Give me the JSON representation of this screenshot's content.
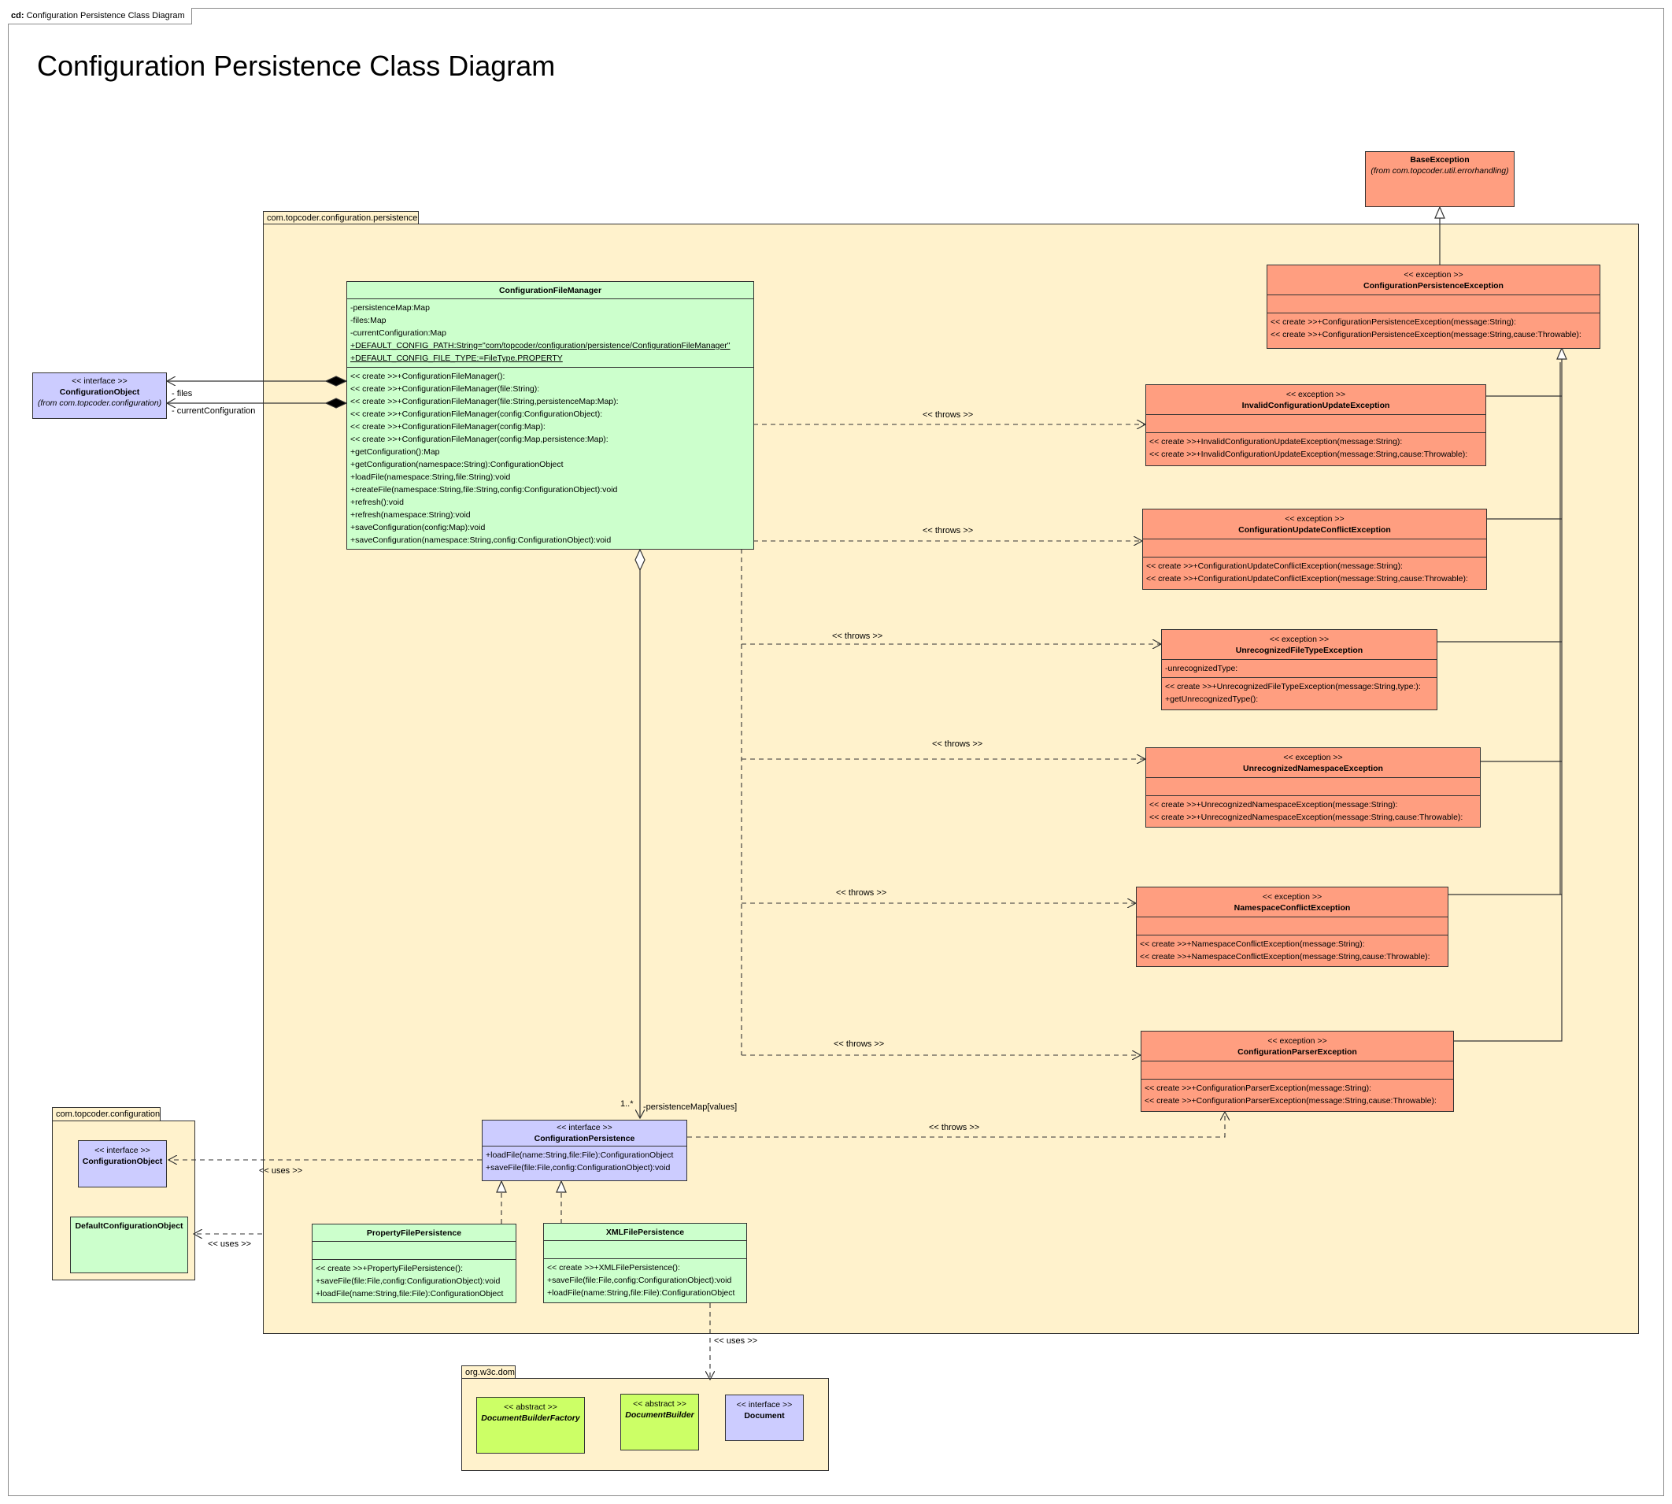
{
  "frame_tab": {
    "kind": "cd:",
    "name": "Configuration Persistence Class Diagram"
  },
  "title": "Configuration Persistence Class Diagram",
  "packages": {
    "persistence": "com.topcoder.configuration.persistence",
    "configuration": "com.topcoder.configuration",
    "w3c": "org.w3c.dom"
  },
  "classes": {
    "base_exception": {
      "name": "BaseException",
      "from": "(from com.topcoder.util.errorhandling)"
    },
    "config_object_external": {
      "stereotype": "<< interface >>",
      "name": "ConfigurationObject",
      "from": "(from com.topcoder.configuration)"
    },
    "config_file_manager": {
      "name": "ConfigurationFileManager",
      "attributes": [
        "-persistenceMap:Map",
        "-files:Map",
        "-currentConfiguration:Map",
        "+DEFAULT_CONFIG_PATH:String=\"com/topcoder/configuration/persistence/ConfigurationFileManager\"",
        "+DEFAULT_CONFIG_FILE_TYPE:=FileType.PROPERTY"
      ],
      "operations": [
        "<< create >>+ConfigurationFileManager():",
        "<< create >>+ConfigurationFileManager(file:String):",
        "<< create >>+ConfigurationFileManager(file:String,persistenceMap:Map):",
        "<< create >>+ConfigurationFileManager(config:ConfigurationObject):",
        "<< create >>+ConfigurationFileManager(config:Map):",
        "<< create >>+ConfigurationFileManager(config:Map,persistence:Map):",
        "+getConfiguration():Map",
        "+getConfiguration(namespace:String):ConfigurationObject",
        "+loadFile(namespace:String,file:String):void",
        "+createFile(namespace:String,file:String,config:ConfigurationObject):void",
        "+refresh():void",
        "+refresh(namespace:String):void",
        "+saveConfiguration(config:Map):void",
        "+saveConfiguration(namespace:String,config:ConfigurationObject):void"
      ]
    },
    "persistence_exception": {
      "stereotype": "<< exception >>",
      "name": "ConfigurationPersistenceException",
      "operations": [
        "<< create >>+ConfigurationPersistenceException(message:String):",
        "<< create >>+ConfigurationPersistenceException(message:String,cause:Throwable):"
      ]
    },
    "invalid_update_exception": {
      "stereotype": "<< exception >>",
      "name": "InvalidConfigurationUpdateException",
      "operations": [
        "<< create >>+InvalidConfigurationUpdateException(message:String):",
        "<< create >>+InvalidConfigurationUpdateException(message:String,cause:Throwable):"
      ]
    },
    "update_conflict_exception": {
      "stereotype": "<< exception >>",
      "name": "ConfigurationUpdateConflictException",
      "operations": [
        "<< create >>+ConfigurationUpdateConflictException(message:String):",
        "<< create >>+ConfigurationUpdateConflictException(message:String,cause:Throwable):"
      ]
    },
    "unrecognized_file_type_exception": {
      "stereotype": "<< exception >>",
      "name": "UnrecognizedFileTypeException",
      "attributes": [
        "-unrecognizedType:"
      ],
      "operations": [
        "<< create >>+UnrecognizedFileTypeException(message:String,type:):",
        "+getUnrecognizedType():"
      ]
    },
    "unrecognized_namespace_exception": {
      "stereotype": "<< exception >>",
      "name": "UnrecognizedNamespaceException",
      "operations": [
        "<< create >>+UnrecognizedNamespaceException(message:String):",
        "<< create >>+UnrecognizedNamespaceException(message:String,cause:Throwable):"
      ]
    },
    "namespace_conflict_exception": {
      "stereotype": "<< exception >>",
      "name": "NamespaceConflictException",
      "operations": [
        "<< create >>+NamespaceConflictException(message:String):",
        "<< create >>+NamespaceConflictException(message:String,cause:Throwable):"
      ]
    },
    "parser_exception": {
      "stereotype": "<< exception >>",
      "name": "ConfigurationParserException",
      "operations": [
        "<< create >>+ConfigurationParserException(message:String):",
        "<< create >>+ConfigurationParserException(message:String,cause:Throwable):"
      ]
    },
    "config_persistence": {
      "stereotype": "<< interface >>",
      "name": "ConfigurationPersistence",
      "operations": [
        "+loadFile(name:String,file:File):ConfigurationObject",
        "+saveFile(file:File,config:ConfigurationObject):void"
      ]
    },
    "property_file_persistence": {
      "name": "PropertyFilePersistence",
      "operations": [
        "<< create >>+PropertyFilePersistence():",
        "+saveFile(file:File,config:ConfigurationObject):void",
        "+loadFile(name:String,file:File):ConfigurationObject"
      ]
    },
    "xml_file_persistence": {
      "name": "XMLFilePersistence",
      "operations": [
        "<< create >>+XMLFilePersistence():",
        "+saveFile(file:File,config:ConfigurationObject):void",
        "+loadFile(name:String,file:File):ConfigurationObject"
      ]
    },
    "config_object_pkg": {
      "stereotype": "<< interface >>",
      "name": "ConfigurationObject"
    },
    "default_config_object": {
      "name": "DefaultConfigurationObject"
    },
    "document_builder_factory": {
      "stereotype": "<< abstract >>",
      "name": "DocumentBuilderFactory"
    },
    "document_builder": {
      "stereotype": "<< abstract >>",
      "name": "DocumentBuilder"
    },
    "document": {
      "stereotype": "<< interface >>",
      "name": "Document"
    }
  },
  "labels": {
    "files_role": "- files",
    "current_configuration_role": "- currentConfiguration",
    "throws": "<< throws >>",
    "uses": "<< uses >>",
    "multiplicity": "1..*",
    "persistence_map_role": "-persistenceMap[values]"
  }
}
